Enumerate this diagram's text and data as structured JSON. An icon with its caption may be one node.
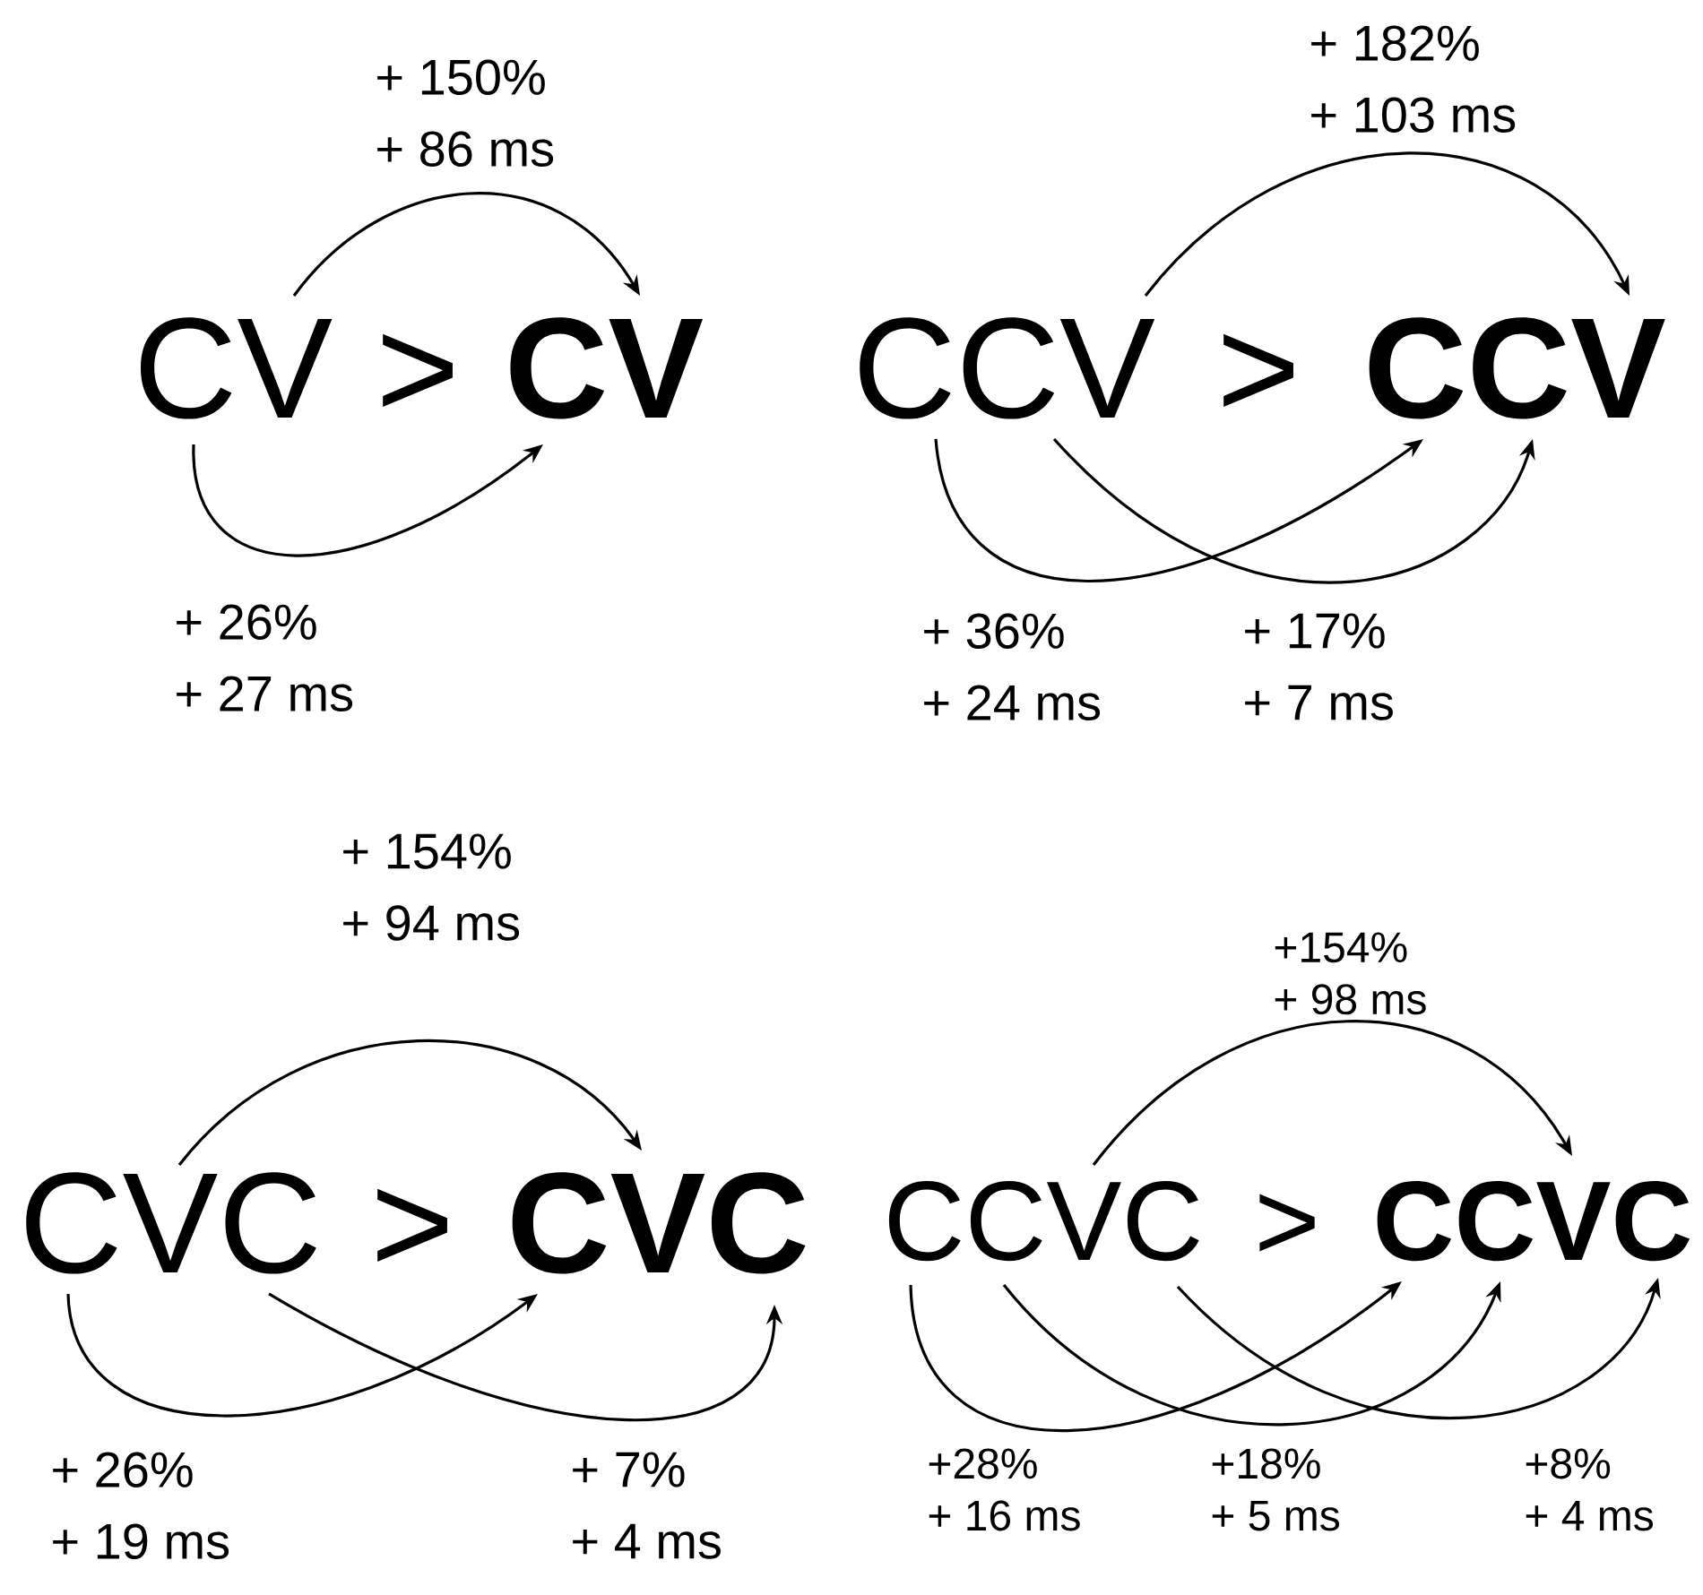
{
  "diagram": {
    "nodes": [
      {
        "text": [
          "CV"
        ]
      },
      {
        "text": [
          "CV"
        ]
      },
      {
        "text": [
          "CCV"
        ]
      },
      {
        "text": [
          "CCV"
        ]
      },
      {
        "text": [
          "CVC"
        ]
      },
      {
        "text": [
          "CVC"
        ]
      },
      {
        "text": [
          "CCVC"
        ]
      },
      {
        "text": [
          "CCVC"
        ]
      }
    ],
    "edges": [
      {
        "from": 0,
        "to": 1,
        "arrow": "to",
        "label": "+ 150% + 86 ms"
      },
      {
        "from": 0,
        "to": 1,
        "arrow": "to",
        "label": "+ 26% + 27 ms"
      },
      {
        "from": 2,
        "to": 3,
        "arrow": "to",
        "label": "+ 182% + 103 ms"
      },
      {
        "from": 2,
        "to": 3,
        "arrow": "to",
        "label": "+ 36% + 24 ms"
      },
      {
        "from": 2,
        "to": 3,
        "arrow": "to",
        "label": "+ 17% + 7 ms"
      },
      {
        "from": 4,
        "to": 5,
        "arrow": "to",
        "label": "+ 154% + 94 ms"
      },
      {
        "from": 4,
        "to": 5,
        "arrow": "to",
        "label": "+ 26% + 19 ms"
      },
      {
        "from": 4,
        "to": 5,
        "arrow": "to",
        "label": "+ 7% + 4 ms"
      },
      {
        "from": 6,
        "to": 7,
        "arrow": "to",
        "label": "+154% + 98 ms"
      },
      {
        "from": 6,
        "to": 7,
        "arrow": "to",
        "label": "+28% + 16 ms"
      },
      {
        "from": 6,
        "to": 7,
        "arrow": "to",
        "label": "+18% + 5 ms"
      },
      {
        "from": 6,
        "to": 7,
        "arrow": "to",
        "label": "+8% + 4 ms"
      }
    ],
    "labels": [
      ">",
      ">",
      ">",
      ">"
    ]
  }
}
